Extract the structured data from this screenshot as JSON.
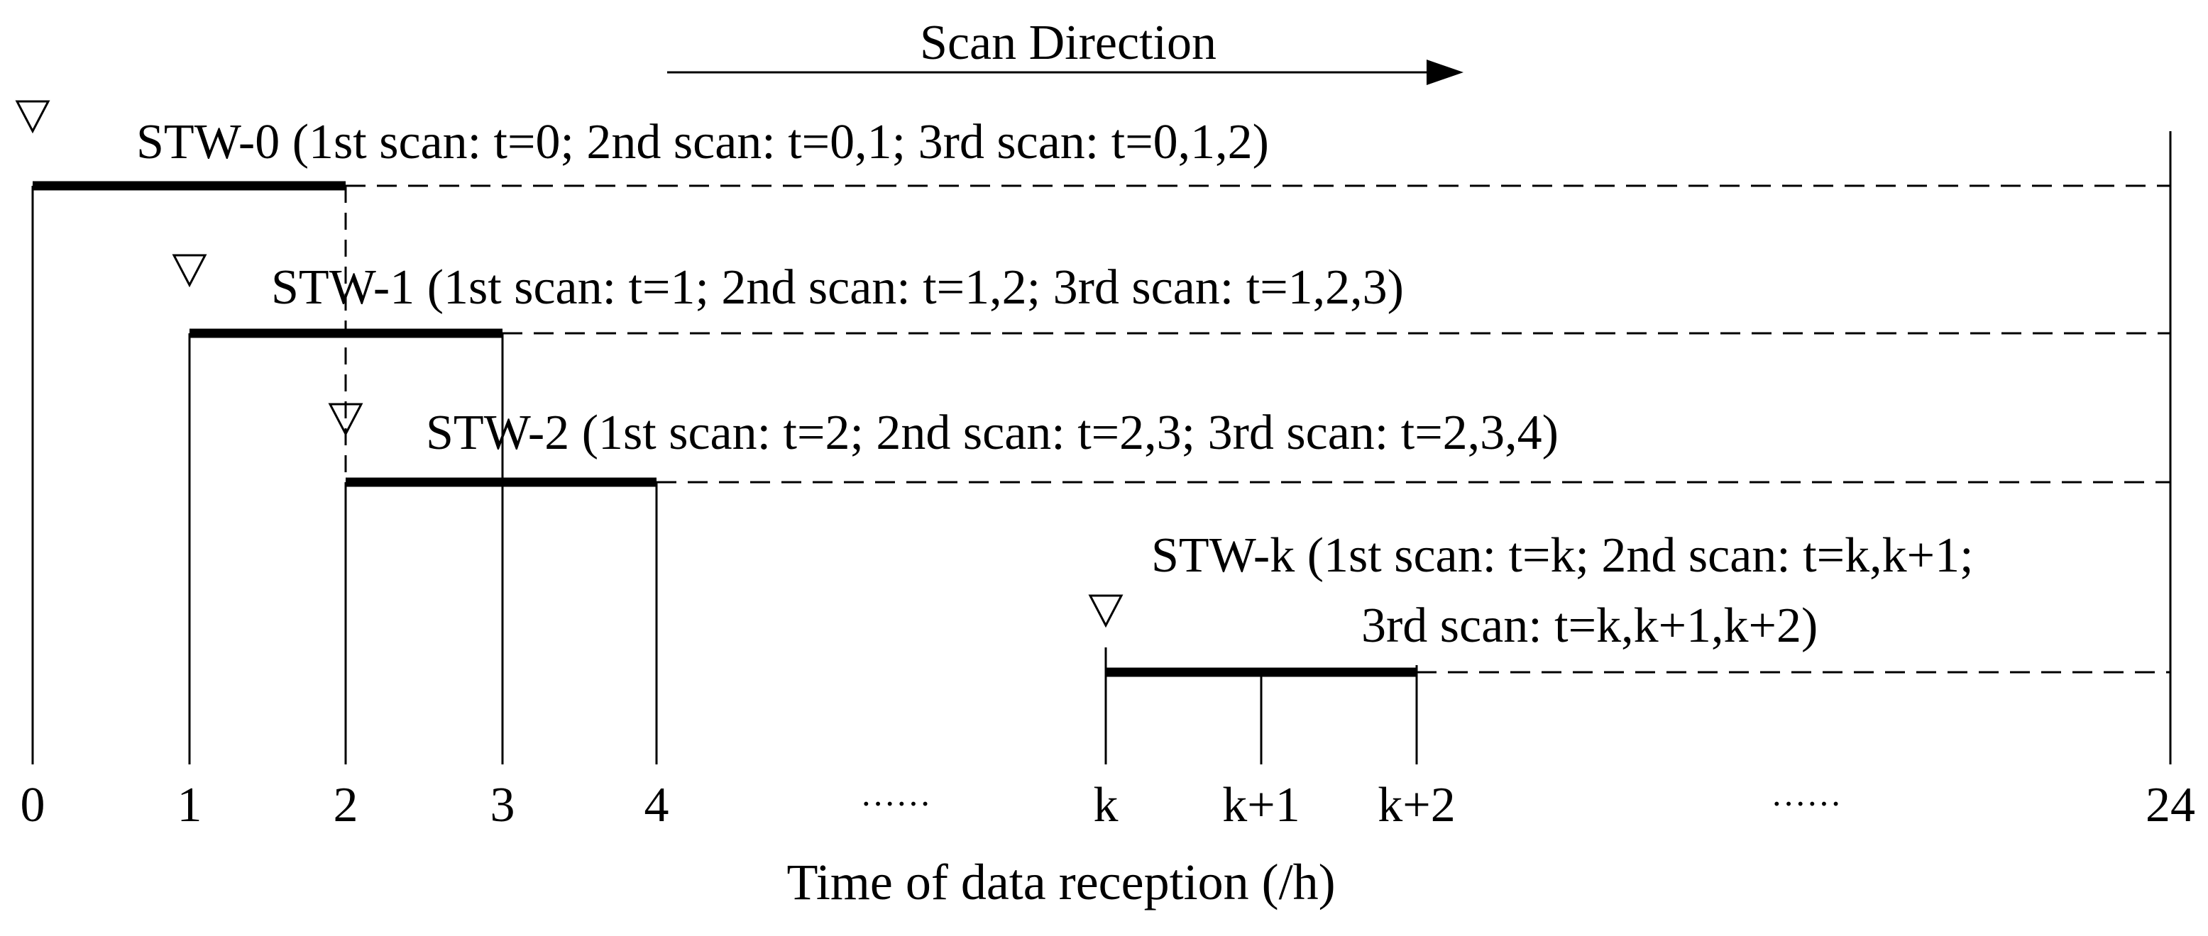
{
  "scan_direction": {
    "label": "Scan Direction"
  },
  "windows": [
    {
      "label": "STW-0 (1st scan: t=0; 2nd scan: t=0,1; 3rd scan: t=0,1,2)",
      "start": 0,
      "solid_span_h": 2
    },
    {
      "label": "STW-1 (1st scan: t=1; 2nd scan: t=1,2; 3rd scan: t=1,2,3)",
      "start": 1,
      "solid_span_h": 2
    },
    {
      "label": "STW-2 (1st scan: t=2; 2nd scan: t=2,3; 3rd scan: t=2,3,4)",
      "start": 2,
      "solid_span_h": 2
    },
    {
      "label_line1": "STW-k (1st scan: t=k; 2nd scan: t=k,k+1;",
      "label_line2": "3rd scan: t=k,k+1,k+2)",
      "start": "k",
      "solid_span_h": 2
    }
  ],
  "axis": {
    "label": "Time of data reception (/h)",
    "ticks": [
      "0",
      "1",
      "2",
      "3",
      "4",
      "k",
      "k+1",
      "k+2",
      "24"
    ],
    "ellipsis": "······"
  },
  "colors": {
    "line": "#000000",
    "background": "#ffffff"
  },
  "marker_icon": "down-triangle-icon"
}
